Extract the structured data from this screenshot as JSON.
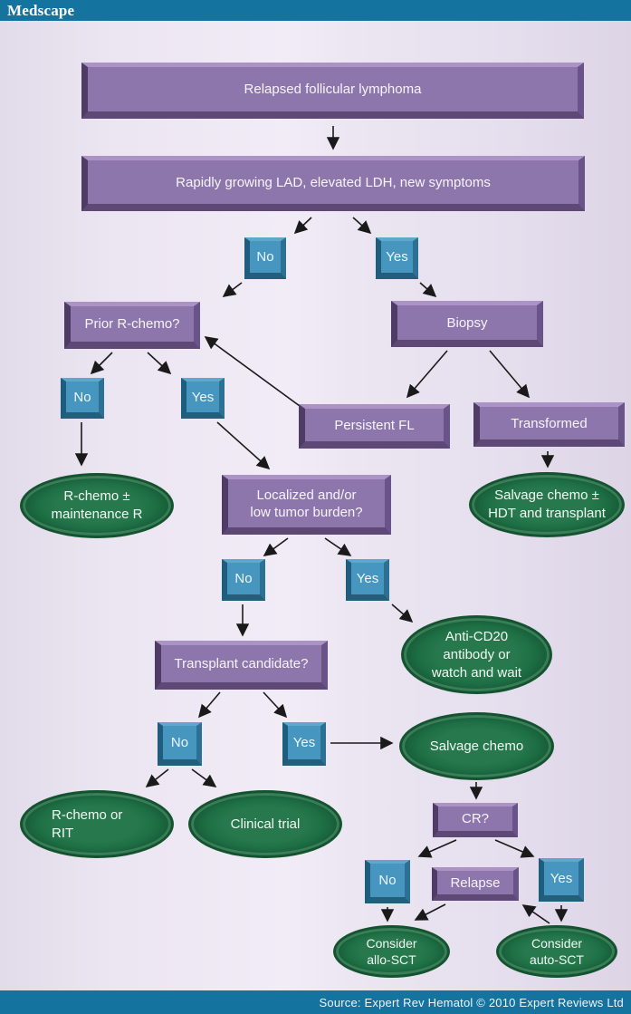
{
  "header": {
    "logo": "Medscape"
  },
  "footer": {
    "source": "Source: Expert Rev Hematol © 2010 Expert Reviews Ltd"
  },
  "colors": {
    "bar_teal": "#1573a0",
    "box_purple": "#8d76ac",
    "box_blue": "#4696c0",
    "ellipse_green": "#1e6f44",
    "background_lavender": "#ece5f2",
    "arrow_black": "#1a1a1a",
    "text_white": "#ffffff"
  },
  "flow": {
    "relapsed": {
      "label": "Relapsed follicular lymphoma"
    },
    "rapidly": {
      "label": "Rapidly growing LAD, elevated LDH, new symptoms"
    },
    "no1": {
      "label": "No"
    },
    "yes1": {
      "label": "Yes"
    },
    "prior": {
      "label": "Prior R-chemo?"
    },
    "biopsy": {
      "label": "Biopsy"
    },
    "no2": {
      "label": "No"
    },
    "yes2": {
      "label": "Yes"
    },
    "persistent": {
      "label": "Persistent FL"
    },
    "transformed": {
      "label": "Transformed"
    },
    "rchemo_maint": {
      "lines": [
        "R-chemo ±",
        "maintenance R"
      ]
    },
    "localized": {
      "lines": [
        "Localized and/or",
        "low tumor burden?"
      ]
    },
    "salvage_hdt": {
      "lines": [
        "Salvage chemo ±",
        "HDT and transplant"
      ]
    },
    "no3": {
      "label": "No"
    },
    "yes3": {
      "label": "Yes"
    },
    "anti_cd20": {
      "lines": [
        "Anti-CD20",
        "antibody or",
        "watch and wait"
      ]
    },
    "transplant": {
      "label": "Transplant candidate?"
    },
    "no4": {
      "label": "No"
    },
    "yes4": {
      "label": "Yes"
    },
    "salvage_chemo": {
      "label": "Salvage chemo"
    },
    "rchemo_rit": {
      "lines": [
        "R-chemo or",
        "RIT"
      ]
    },
    "clinical": {
      "label": "Clinical trial"
    },
    "cr": {
      "label": "CR?"
    },
    "no5": {
      "label": "No"
    },
    "relapse": {
      "label": "Relapse"
    },
    "yes5": {
      "label": "Yes"
    },
    "allo": {
      "lines": [
        "Consider",
        "allo-SCT"
      ]
    },
    "auto": {
      "lines": [
        "Consider",
        "auto-SCT"
      ]
    }
  },
  "edges": [
    {
      "from": "relapsed",
      "to": "rapidly"
    },
    {
      "from": "rapidly",
      "to": "no1"
    },
    {
      "from": "rapidly",
      "to": "yes1"
    },
    {
      "from": "no1",
      "to": "prior"
    },
    {
      "from": "yes1",
      "to": "biopsy"
    },
    {
      "from": "prior",
      "to": "no2"
    },
    {
      "from": "prior",
      "to": "yes2"
    },
    {
      "from": "no2",
      "to": "rchemo_maint"
    },
    {
      "from": "yes2",
      "to": "localized"
    },
    {
      "from": "persistent",
      "to": "prior"
    },
    {
      "from": "biopsy",
      "to": "persistent"
    },
    {
      "from": "biopsy",
      "to": "transformed"
    },
    {
      "from": "transformed",
      "to": "salvage_hdt"
    },
    {
      "from": "localized",
      "to": "no3"
    },
    {
      "from": "localized",
      "to": "yes3"
    },
    {
      "from": "no3",
      "to": "transplant"
    },
    {
      "from": "yes3",
      "to": "anti_cd20"
    },
    {
      "from": "transplant",
      "to": "no4"
    },
    {
      "from": "transplant",
      "to": "yes4"
    },
    {
      "from": "no4",
      "to": "rchemo_rit"
    },
    {
      "from": "no4",
      "to": "clinical"
    },
    {
      "from": "yes4",
      "to": "salvage_chemo"
    },
    {
      "from": "salvage_chemo",
      "to": "cr"
    },
    {
      "from": "cr",
      "to": "no5"
    },
    {
      "from": "cr",
      "to": "yes5"
    },
    {
      "from": "no5",
      "to": "allo"
    },
    {
      "from": "relapse",
      "to": "allo"
    },
    {
      "from": "yes5",
      "to": "auto"
    },
    {
      "from": "auto",
      "to": "relapse"
    }
  ]
}
